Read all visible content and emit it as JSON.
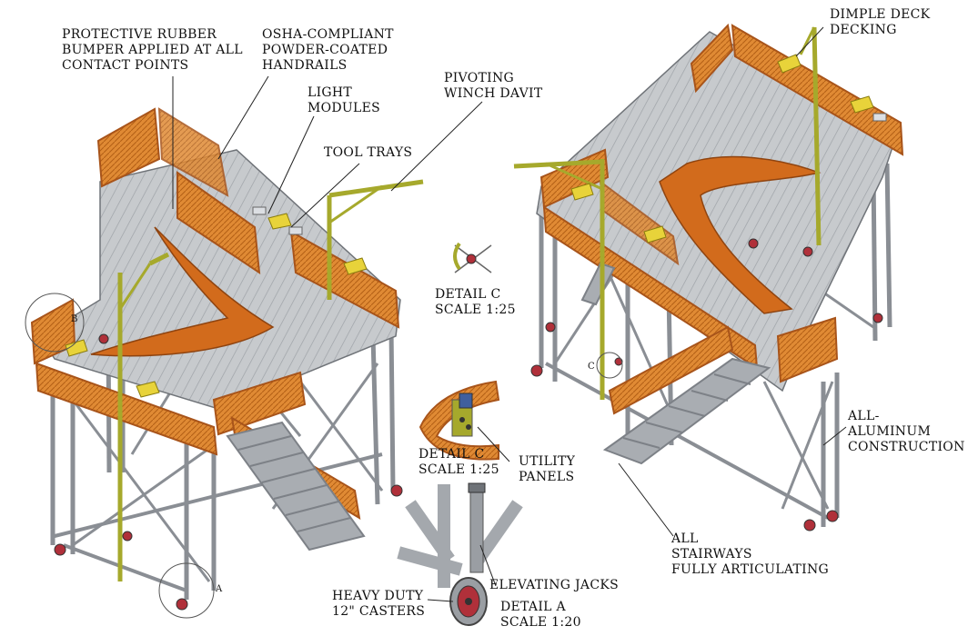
{
  "callouts": {
    "rubber_bumper": [
      "Protective rubber",
      "bumper applied at all",
      "contact points"
    ],
    "handrails": [
      "OSHA-compliant",
      "powder-coated",
      "handrails"
    ],
    "light_modules": [
      "Light",
      "modules"
    ],
    "tool_trays": [
      "Tool trays"
    ],
    "winch_davit": [
      "Pivoting",
      "winch davit"
    ],
    "dimple_deck": [
      "Dimple deck",
      "decking"
    ],
    "detail_c_top": [
      "Detail C",
      "Scale 1:25"
    ],
    "detail_c_mid": [
      "Detail C",
      "Scale 1:25"
    ],
    "utility_panels": [
      "Utility",
      "panels"
    ],
    "aluminum": [
      "All-",
      "aluminum",
      "construction"
    ],
    "stairways": [
      "All",
      "stairways",
      "fully articulating"
    ],
    "elevating_jacks": [
      "Elevating jacks"
    ],
    "casters": [
      "Heavy duty",
      "12\" casters"
    ],
    "detail_a": [
      "Detail A",
      "Scale 1:20"
    ]
  },
  "detail_marks": {
    "a": "A",
    "b": "B",
    "c": "C"
  },
  "colors": {
    "handrail_orange": "#d9761f",
    "deck_gray": "#b9bcc0",
    "frame_gray": "#8a8e94",
    "davit_green": "#a6a92c",
    "panel_yellow": "#e8d33a",
    "wheel_red": "#b0303a"
  }
}
